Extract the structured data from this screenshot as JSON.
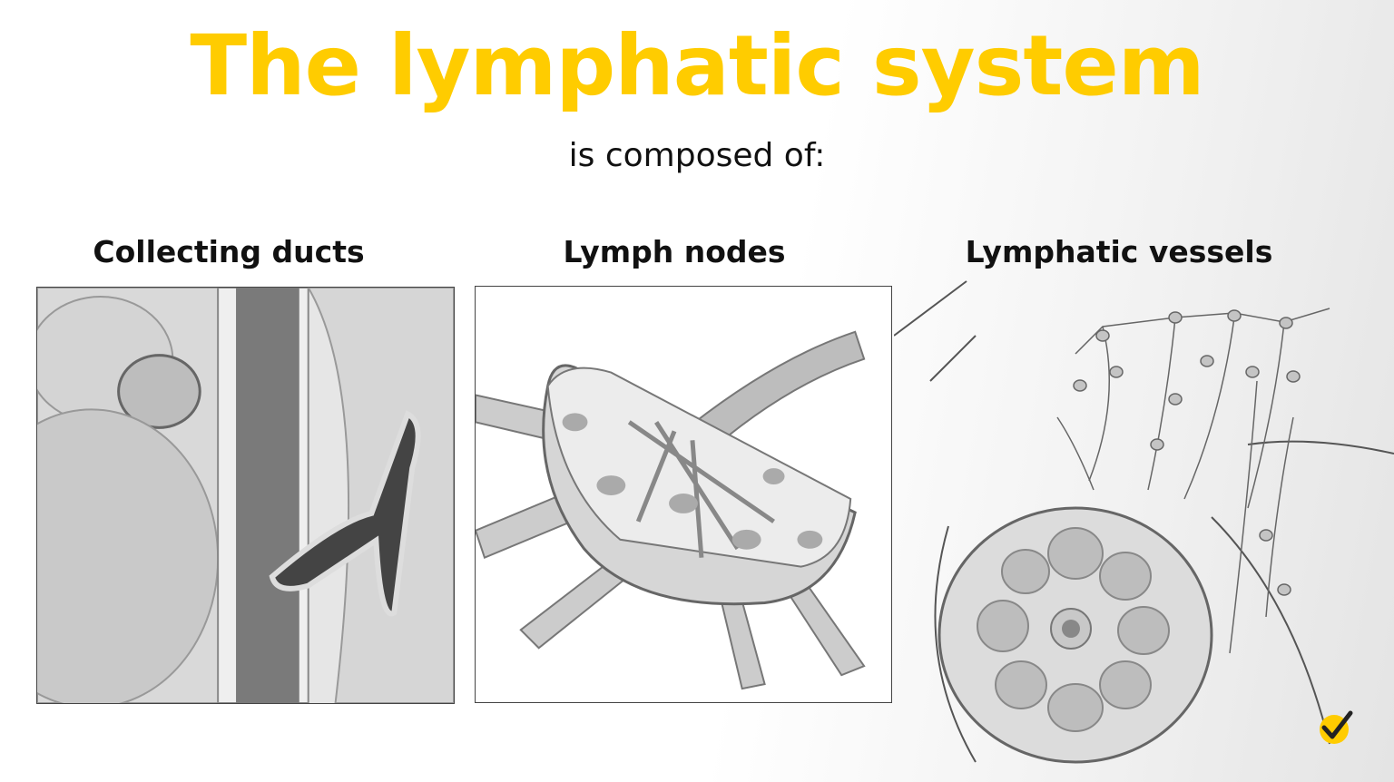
{
  "title": "The lymphatic system",
  "subtitle": "is composed of:",
  "panels": [
    {
      "label": "Collecting ducts",
      "icon": "collecting-ducts-illustration"
    },
    {
      "label": "Lymph nodes",
      "icon": "lymph-node-illustration"
    },
    {
      "label": "Lymphatic vessels",
      "icon": "lymphatic-vessels-illustration"
    }
  ],
  "colors": {
    "accent": "#ffcc00",
    "text": "#111111"
  },
  "badge_icon": "checkmark-badge-icon"
}
